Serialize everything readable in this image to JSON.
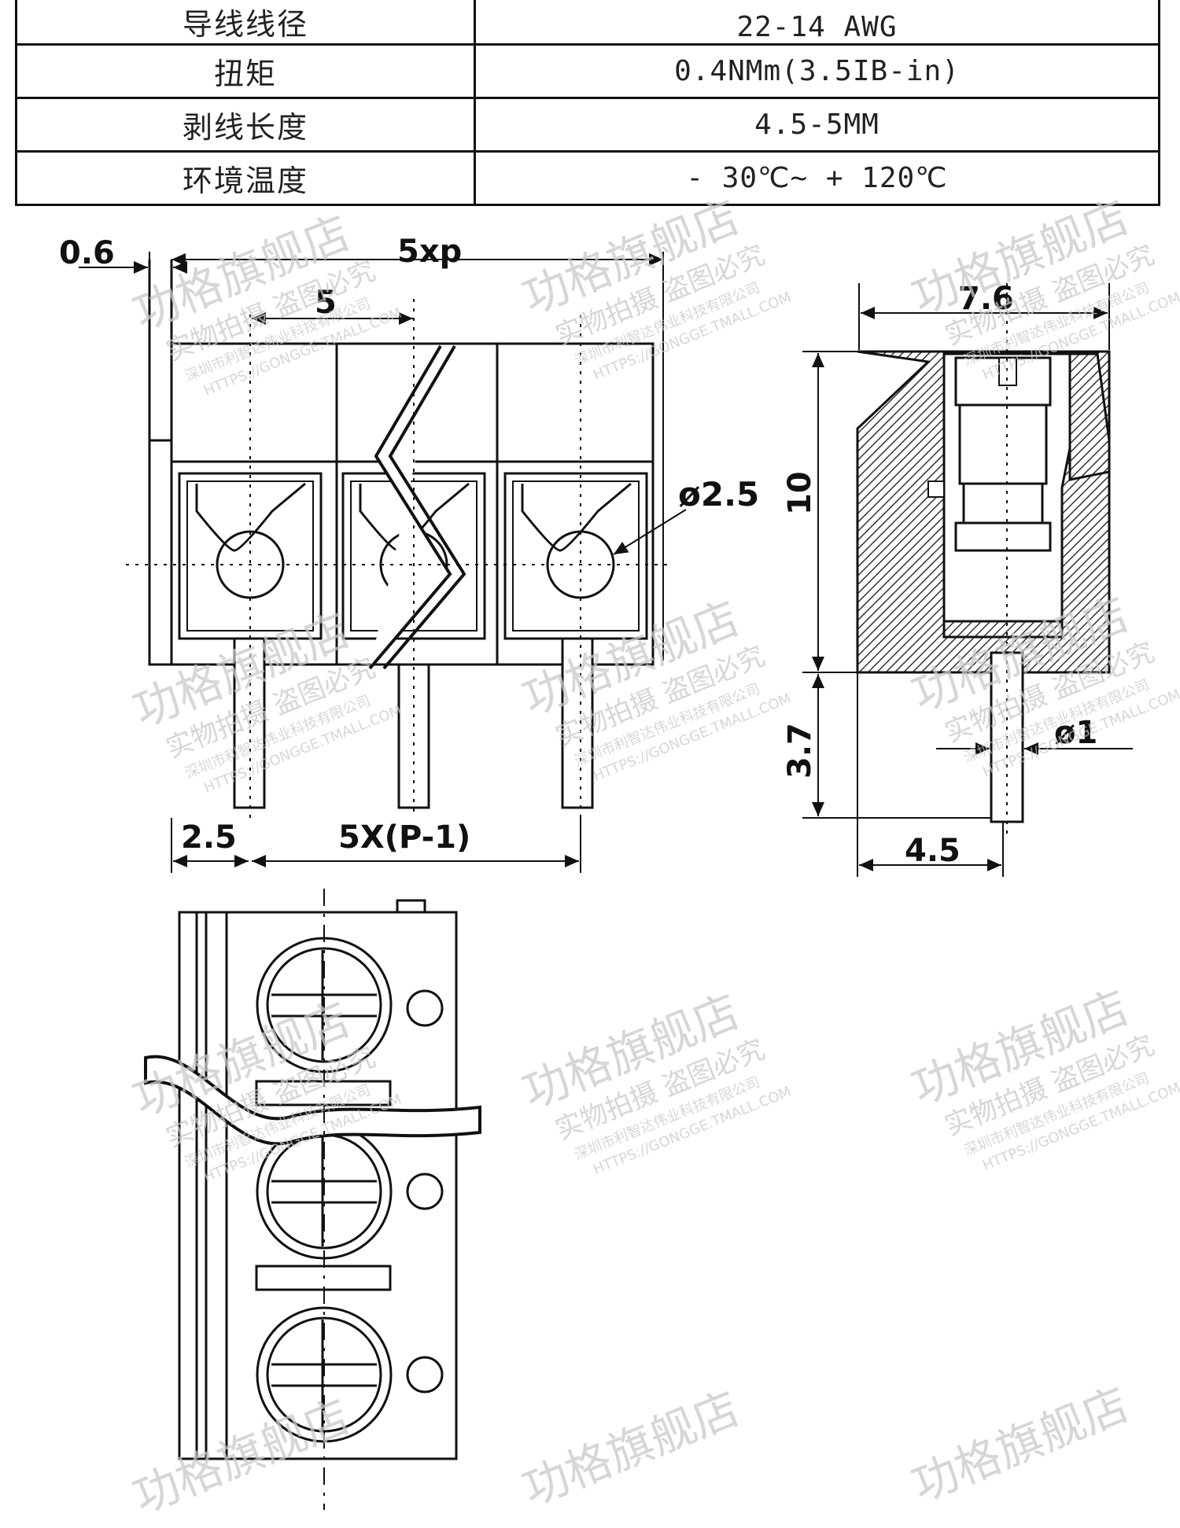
{
  "spec_table": {
    "rows": [
      {
        "label": "导线线径",
        "value": "22-14 AWG"
      },
      {
        "label": "扭矩",
        "value": "0.4NMm(3.5IB-in)"
      },
      {
        "label": "剥线长度",
        "value": "4.5-5MM"
      },
      {
        "label": "环境温度",
        "value": "- 30℃~ + 120℃"
      }
    ]
  },
  "front_view": {
    "dim_thickness": "0.6",
    "dim_total": "5xp",
    "dim_pitch": "5",
    "dim_hole": "ø2.5",
    "dim_pin_offset": "2.5",
    "dim_pin_span": "5X(P-1)"
  },
  "side_view": {
    "dim_width": "7.6",
    "dim_height": "10",
    "dim_pin_length": "3.7",
    "dim_pin_dia": "ø1",
    "dim_pin_pos": "4.5"
  },
  "watermark": {
    "brand": "功格旗舰店",
    "line2": "实物拍摄 盗图必究",
    "line3": "深圳市利智达伟业科技有限公司",
    "line4": "HTTPS://GONGGE.TMALL.COM"
  }
}
